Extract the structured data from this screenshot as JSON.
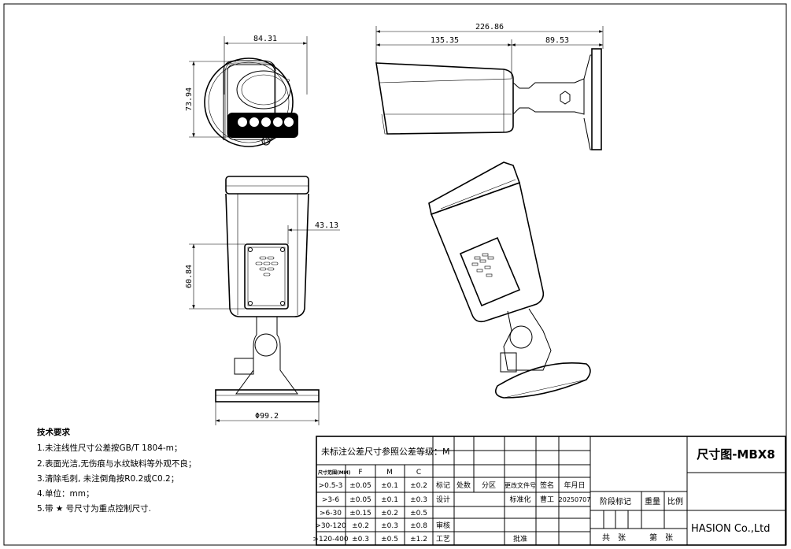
{
  "views": {
    "front": {
      "width_dim": "84.31",
      "height_dim": "73.94"
    },
    "side": {
      "total_length_dim": "226.86",
      "body_length_dim": "135.35",
      "mount_length_dim": "89.53"
    },
    "rear": {
      "plate_offset_dim": "43.13",
      "plate_height_dim": "60.84",
      "base_diameter_dim": "Φ99.2"
    }
  },
  "notes": {
    "title": "技术要求",
    "items": [
      "1.未注线性尺寸公差按GB/T 1804-m；",
      "2.表面光洁,无伤痕与水纹缺料等外观不良；",
      "3.清除毛刺, 未注倒角按R0.2或C0.2；",
      "4.单位：mm；",
      "5.带 ★ 号尺寸为重点控制尺寸."
    ]
  },
  "tolerance_table": {
    "title": "未标注公差尺寸参照公差等级：M",
    "headers": [
      "尺寸范围(MM)",
      "F",
      "M",
      "C"
    ],
    "rows": [
      [
        ">0.5-3",
        "±0.05",
        "±0.1",
        "±0.2"
      ],
      [
        ">3-6",
        "±0.05",
        "±0.1",
        "±0.3"
      ],
      [
        ">6-30",
        "±0.15",
        "±0.2",
        "±0.5"
      ],
      [
        ">30-120",
        "±0.2",
        "±0.3",
        "±0.8"
      ],
      [
        ">120-400",
        "±0.3",
        "±0.5",
        "±1.2"
      ]
    ]
  },
  "revision_block": {
    "headers": [
      "标记",
      "处数",
      "分区",
      "更改文件号",
      "签名",
      "年月日"
    ],
    "design_label": "设计",
    "standardize_label": "标准化",
    "signer": "曹工",
    "date": "20250707",
    "review_label": "审核",
    "process_label": "工艺",
    "approve_label": "批准"
  },
  "title_block": {
    "drawing_title": "尺寸图-MBX8",
    "stage_mark_label": "阶段标记",
    "weight_label": "重量",
    "scale_label": "比例",
    "total_sheets_label": "共　张",
    "sheet_no_label": "第　张",
    "company": "HASION Co.,Ltd"
  }
}
